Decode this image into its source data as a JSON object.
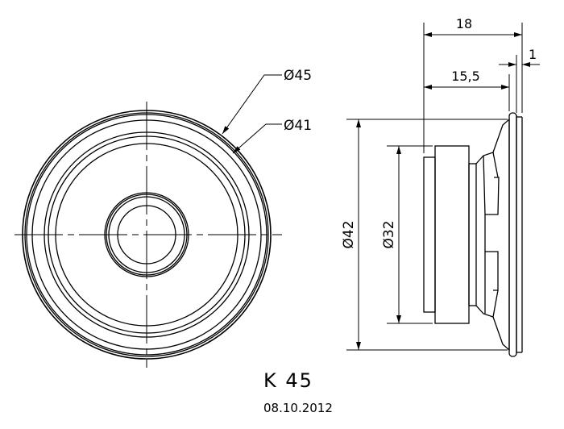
{
  "drawing": {
    "model": "K 45",
    "date": "08.10.2012",
    "dimensions": {
      "outer_diameter": "Ø45",
      "inner_diameter": "Ø41",
      "flange_height": "Ø42",
      "magnet_diameter": "Ø32",
      "total_depth": "18",
      "body_depth": "15,5",
      "flange_thickness": "1"
    }
  }
}
